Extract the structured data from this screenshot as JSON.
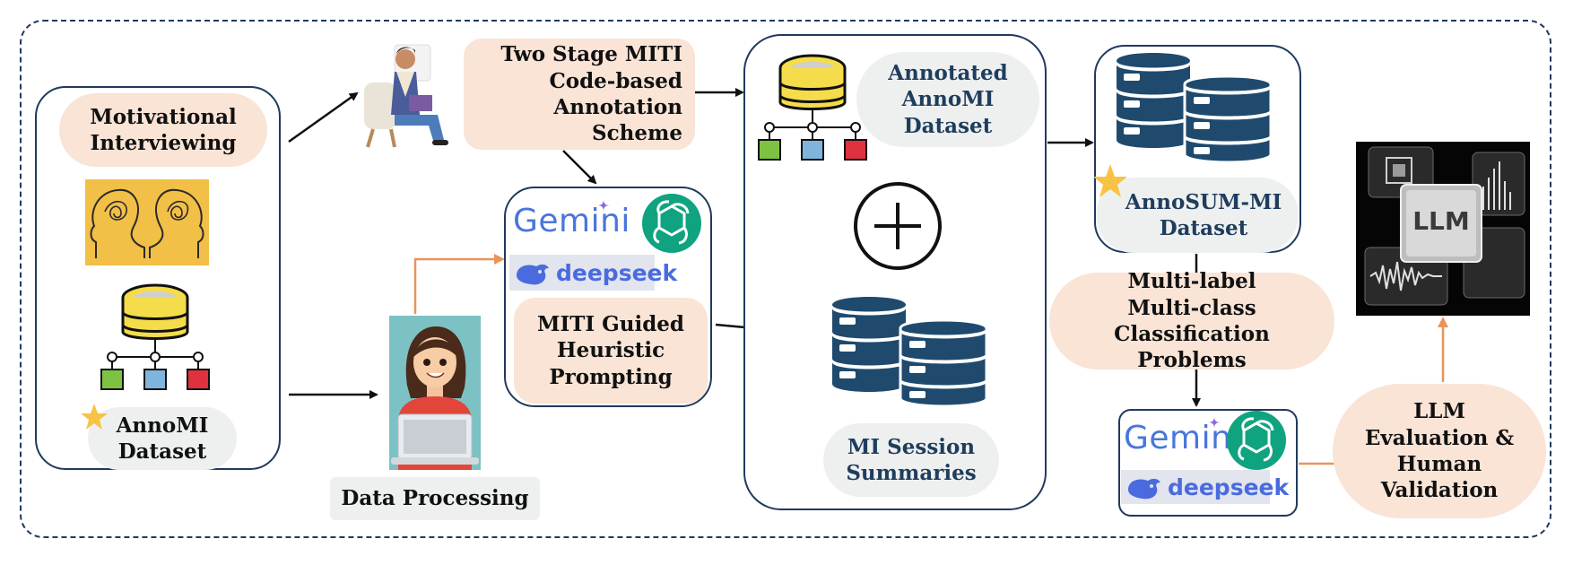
{
  "left_panel": {
    "motivational_interviewing": "Motivational Interviewing",
    "annomi_dataset": "AnnoMI Dataset"
  },
  "annotation_scheme": "Two Stage MITI Code-based Annotation Scheme",
  "data_processing": "Data Processing",
  "models": {
    "gemini": "Gemini",
    "deepseek": "deepseek"
  },
  "miti_prompting": "MITI Guided Heuristic Prompting",
  "center_panel": {
    "annotated_dataset": "Annotated AnnoMI Dataset",
    "session_summaries": "MI Session Summaries"
  },
  "annosum_dataset": "AnnoSUM-MI Dataset",
  "classification": "Multi-label Multi-class Classification Problems",
  "llm_label": "LLM",
  "llm_evaluation": "LLM Evaluation & Human Validation",
  "colors": {
    "navy": "#1f3a5f",
    "peach": "#f9e4d6",
    "arrow_orange": "#e8955a",
    "db_yellow": "#f5dc4a",
    "db_navy": "#1f4a6e",
    "node_green": "#7ec242",
    "node_blue": "#7fb4dc",
    "node_red": "#e0313e",
    "star": "#f6c344"
  }
}
